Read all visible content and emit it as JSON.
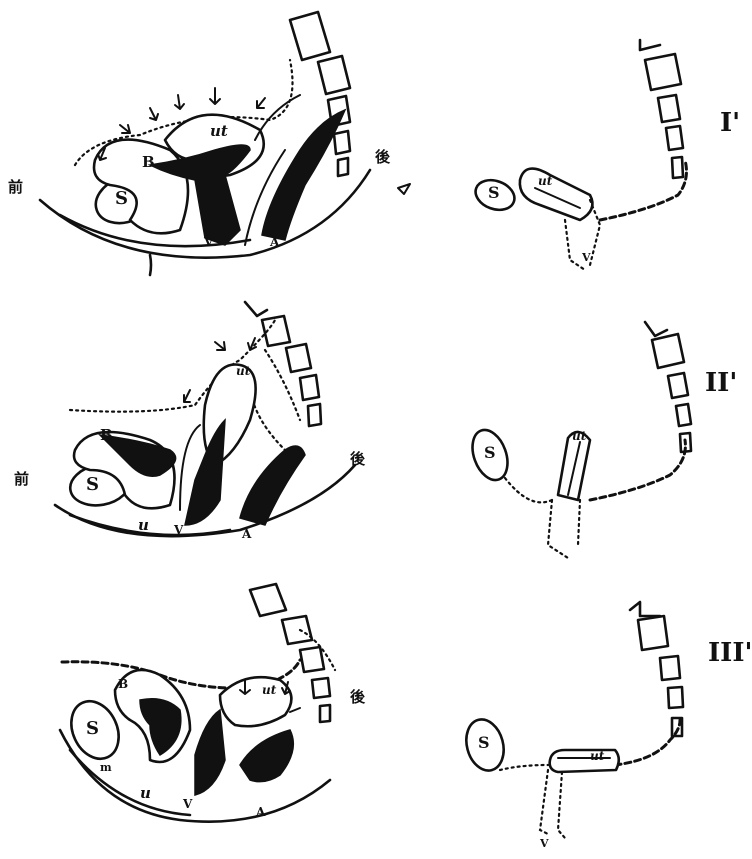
{
  "panels": [
    {
      "row": 1,
      "sagittal": {
        "anterior": "前",
        "posterior": "後",
        "labels": {
          "S": "S",
          "B": "B",
          "ut": "ut",
          "V": "V",
          "A": "A"
        }
      },
      "schematic": {
        "numeral": "I'",
        "labels": {
          "S": "S",
          "ut": "ut",
          "V": "V"
        }
      }
    },
    {
      "row": 2,
      "sagittal": {
        "anterior": "前",
        "posterior": "後",
        "labels": {
          "S": "S",
          "B": "B",
          "ut": "ut",
          "u": "u",
          "V": "V",
          "A": "A"
        }
      },
      "schematic": {
        "numeral": "II'",
        "labels": {
          "S": "S",
          "ut": "ut"
        }
      }
    },
    {
      "row": 3,
      "sagittal": {
        "posterior": "後",
        "labels": {
          "S": "S",
          "B": "B",
          "ut": "ut",
          "u": "u",
          "V": "V",
          "A": "A",
          "m": "m"
        }
      },
      "schematic": {
        "numeral": "III'",
        "labels": {
          "S": "S",
          "ut": "ut",
          "V": "V"
        }
      }
    }
  ]
}
